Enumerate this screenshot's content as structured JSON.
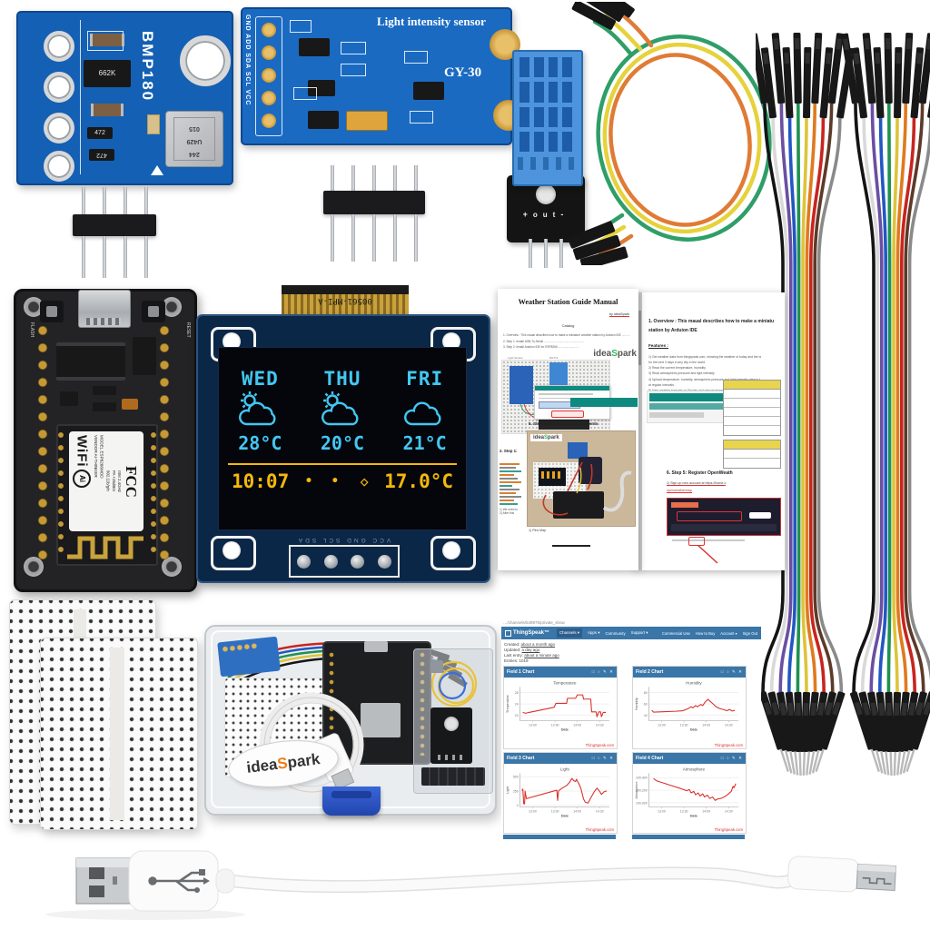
{
  "brand": {
    "logo_idea": "idea",
    "logo_s": "S",
    "logo_park": "park",
    "s_color_box": "#ee7f1d",
    "s_color_doc": "#35b558"
  },
  "bmp180": {
    "name_label": "BMP180",
    "transistor_marking": "662K",
    "resistor1": "472",
    "resistor2": "472",
    "sensor_marking_1": "244",
    "sensor_marking_2": "U429",
    "sensor_marking_3": "015"
  },
  "gy30": {
    "title": "Light intensity sensor",
    "model": "GY-30",
    "pin_labels": "GND ADD SDA SCL VCC"
  },
  "dht11": {
    "pin_plus": "+",
    "pin_out": "out",
    "pin_minus": "-"
  },
  "nodemcu": {
    "button_left": "FLASH",
    "button_right": "RESET",
    "wifi": "WiFi",
    "ai_logo": "Ai",
    "fcc": "FCC",
    "model_line1": "MODEL ESP8266MOD",
    "model_line2": "VENDOR AI-THINKER",
    "radio_line1": "ISM 2.4GHz",
    "radio_line2": "PA +25dBm",
    "radio_line3": "802.11b/g/n"
  },
  "oled": {
    "flex_marking": "00561-MPI-A",
    "forecast": [
      {
        "day": "WED",
        "temp": "28°C"
      },
      {
        "day": "THU",
        "temp": "20°C"
      },
      {
        "day": "FRI",
        "temp": "21°C"
      }
    ],
    "time": "10:07",
    "status_dots": "• •",
    "diamond": "◇",
    "temperature": "17.0°C",
    "pin_labels": "VCC GND SCL SDA"
  },
  "manual": {
    "page1": {
      "title": "Weather Station Guide Manual",
      "byline": "by ideaSpark",
      "catalog_heading": "Catalog",
      "catalog_line1": "1. Overview : This maual describes how to make a miniature weather station by Arduion IDE ..........",
      "catalog_line2": "2. Step 1: Install USB-To-Serial ..................................................",
      "catalog_line3": "3. Step 2: Install Arduino IDE for ESP8266 ..........................",
      "diagram_label1": "Light Sensor",
      "diagram_label2": "DHT11",
      "step4_heading": "5. Step 4: Connecting Components",
      "step1_label": "2. Step 1:",
      "side_note1": "1) We need to",
      "side_note2": "2) After this",
      "pins_map_caption": "1) Pins Map",
      "photo_watermark_idea": "idea",
      "photo_watermark_s": "S",
      "photo_watermark_park": "park"
    },
    "page2": {
      "overview_line1": "1. Overview :  This maual describes how to make a miniatu",
      "overview_line2": "station by Arduion IDE",
      "features_heading": "Features :",
      "feature1": "1) Get weather data from thingspeak.com, showing the weather of today and the w",
      "feature1b": "for the next 3 days in any city in the world",
      "feature2": "2) Read the current temperature, humidity",
      "feature3": "3) Read atmospheric pressure and light intensity",
      "feature4": "4) Upload temperature, humidity,  atmospheric pressure and light intensity data to t",
      "feature4b": "at regular intervals",
      "feature5": "5) View weather forecast on Display and view environmental monitoring chart on Br",
      "step5_heading": "6. Step 5: Register OpenWeath",
      "signup_line1": "1) Sign up new account at https://home.o",
      "signup_line2": "openweathermap"
    }
  },
  "thingspeak": {
    "url": "…/channels/549975/private_show",
    "brand": "ThingSpeak™",
    "nav": [
      "Channels ▾",
      "Apps ▾",
      "Community",
      "Support ▾"
    ],
    "nav_right": [
      "Commercial Use",
      "How to Buy",
      "Account ▾",
      "Sign Out"
    ],
    "meta": [
      {
        "label": "Created:",
        "value": "about a month ago"
      },
      {
        "label": "Updated:",
        "value": "a day ago"
      },
      {
        "label": "Last entry:",
        "value": "about a minute ago"
      },
      {
        "label": "Entries:",
        "value": "1019"
      }
    ],
    "fields": [
      "Field 1 Chart",
      "Field 2 Chart",
      "Field 3 Chart",
      "Field 4 Chart"
    ],
    "watermark": "ThingSpeak.com",
    "accent": "#3a76a8",
    "line_color": "#d9302c"
  },
  "icons": {
    "expand": "□",
    "comment": "○",
    "edit": "✎",
    "close": "✕"
  },
  "chart_data": [
    {
      "type": "line",
      "title": "Temperature",
      "ylabel": "Temperature",
      "xlabel": "Date",
      "xticks": [
        "13:00",
        "13:30",
        "14:00",
        "14:30"
      ],
      "yticks": [
        20,
        24,
        28
      ],
      "ylim": [
        18,
        30
      ],
      "points": [
        [
          0.03,
          21
        ],
        [
          0.06,
          20.7
        ],
        [
          0.1,
          21
        ],
        [
          0.38,
          22.8
        ],
        [
          0.4,
          24.2
        ],
        [
          0.52,
          24.2
        ],
        [
          0.53,
          26.0
        ],
        [
          0.62,
          26.0
        ],
        [
          0.64,
          27.2
        ],
        [
          0.7,
          27.2
        ],
        [
          0.71,
          25.7
        ],
        [
          0.79,
          25.7
        ],
        [
          0.8,
          21.2
        ],
        [
          0.85,
          21.2
        ],
        [
          0.86,
          19.5
        ],
        [
          0.88,
          21.2
        ],
        [
          0.9,
          21.2
        ],
        [
          0.91,
          19.5
        ],
        [
          0.93,
          21.0
        ],
        [
          0.96,
          21.0
        ]
      ]
    },
    {
      "type": "line",
      "title": "Humidity",
      "ylabel": "Humidity",
      "xlabel": "Date",
      "xticks": [
        "13:00",
        "13:30",
        "14:00",
        "14:30"
      ],
      "yticks": [
        40,
        60,
        80
      ],
      "ylim": [
        30,
        90
      ],
      "points": [
        [
          0.03,
          49
        ],
        [
          0.05,
          45.5
        ],
        [
          0.12,
          46
        ],
        [
          0.3,
          47
        ],
        [
          0.38,
          48
        ],
        [
          0.44,
          52
        ],
        [
          0.47,
          55
        ],
        [
          0.49,
          53
        ],
        [
          0.52,
          57
        ],
        [
          0.54,
          55
        ],
        [
          0.58,
          59
        ],
        [
          0.6,
          57
        ],
        [
          0.63,
          64
        ],
        [
          0.66,
          68
        ],
        [
          0.68,
          65
        ],
        [
          0.71,
          61
        ],
        [
          0.75,
          55
        ],
        [
          0.79,
          52
        ],
        [
          0.83,
          50
        ],
        [
          0.87,
          48
        ],
        [
          0.9,
          50
        ],
        [
          0.93,
          47.5
        ],
        [
          0.96,
          49
        ]
      ]
    },
    {
      "type": "line",
      "title": "Light",
      "ylabel": "Light",
      "xlabel": "Date",
      "xticks": [
        "13:00",
        "13:30",
        "14:00",
        "14:30"
      ],
      "yticks": [
        0,
        250,
        500
      ],
      "ylim": [
        -30,
        560
      ],
      "points": [
        [
          0.02,
          260
        ],
        [
          0.03,
          285
        ],
        [
          0.04,
          30
        ],
        [
          0.05,
          28
        ],
        [
          0.055,
          250
        ],
        [
          0.07,
          118
        ],
        [
          0.41,
          265
        ],
        [
          0.42,
          88
        ],
        [
          0.43,
          255
        ],
        [
          0.48,
          310
        ],
        [
          0.52,
          345
        ],
        [
          0.55,
          395
        ],
        [
          0.58,
          470
        ],
        [
          0.6,
          430
        ],
        [
          0.62,
          415
        ],
        [
          0.63,
          455
        ],
        [
          0.66,
          370
        ],
        [
          0.68,
          295
        ],
        [
          0.71,
          110
        ],
        [
          0.73,
          55
        ],
        [
          0.76,
          42
        ],
        [
          0.79,
          130
        ],
        [
          0.83,
          240
        ],
        [
          0.86,
          300
        ],
        [
          0.89,
          245
        ],
        [
          0.91,
          192
        ],
        [
          0.94,
          238
        ],
        [
          0.97,
          252
        ]
      ]
    },
    {
      "type": "line",
      "title": "Atmosphere",
      "ylabel": "Atmosphere",
      "xlabel": "Date",
      "xticks": [
        "13:00",
        "13:30",
        "14:00",
        "14:30"
      ],
      "yticks": [
        "100,000",
        "100,200",
        "100,400"
      ],
      "ylim": [
        99930,
        100470
      ],
      "points": [
        [
          0.05,
          100385
        ],
        [
          0.09,
          100345
        ],
        [
          0.16,
          100315
        ],
        [
          0.25,
          100272
        ],
        [
          0.34,
          100232
        ],
        [
          0.42,
          100192
        ],
        [
          0.45,
          100212
        ],
        [
          0.47,
          100158
        ],
        [
          0.5,
          100182
        ],
        [
          0.52,
          100128
        ],
        [
          0.55,
          100158
        ],
        [
          0.57,
          100108
        ],
        [
          0.6,
          100142
        ],
        [
          0.62,
          100092
        ],
        [
          0.65,
          100122
        ],
        [
          0.68,
          100068
        ],
        [
          0.71,
          100092
        ],
        [
          0.74,
          100038
        ],
        [
          0.77,
          100062
        ],
        [
          0.81,
          100072
        ],
        [
          0.85,
          100102
        ],
        [
          0.88,
          100132
        ],
        [
          0.92,
          100182
        ],
        [
          0.94,
          100262
        ],
        [
          0.95,
          100238
        ],
        [
          0.97,
          100305
        ]
      ]
    }
  ],
  "ribbon_colors": [
    "#141414",
    "#d9d9d9",
    "#6a4fa3",
    "#2257c4",
    "#1f9150",
    "#ddc43a",
    "#df7a1e",
    "#c8251f",
    "#5d3a28",
    "#8a8a8a"
  ],
  "wire_loop_colors": [
    "#2f9e68",
    "#e6d23b",
    "#e07b35"
  ]
}
